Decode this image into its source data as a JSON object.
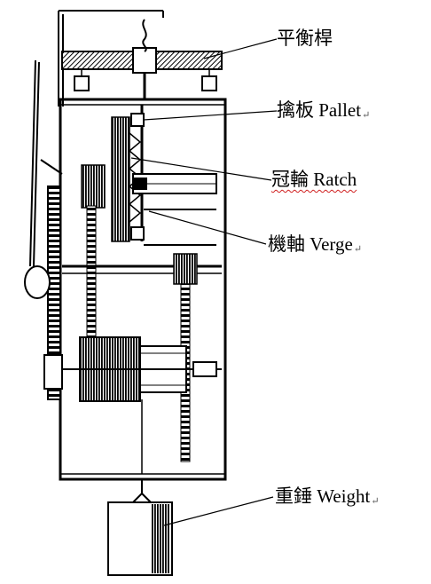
{
  "labels": {
    "balance": "平衡桿",
    "pallet": "擒板 Pallet",
    "ratch": "冠輪 Ratch",
    "verge": "機軸 Verge",
    "weight": "重錘 Weight"
  },
  "colors": {
    "ink": "#000000",
    "paper": "#ffffff",
    "spell_underline": "#d02020"
  },
  "icons": {
    "paragraph_mark": "↵"
  }
}
